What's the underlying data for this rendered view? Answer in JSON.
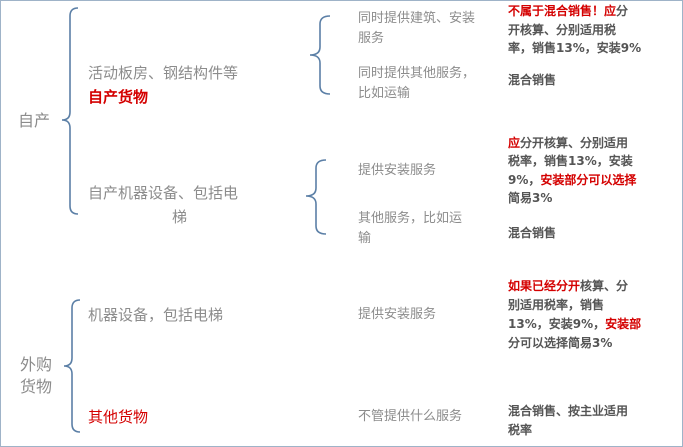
{
  "domestic": {
    "root": "自产",
    "prefab": {
      "label_line1": "活动板房、钢结构件等",
      "label_line2": "自产货物",
      "install": {
        "label_line1": "同时提供建筑、安装",
        "label_line2": "服务",
        "result_line1_red": "不属于混合销售！应",
        "result_line1_tail": "分",
        "result_line2": "开核算、分别适用税",
        "result_line3": "率，销售13%，安装9%"
      },
      "other": {
        "label_line1": "同时提供其他服务，",
        "label_line2": "比如运输",
        "result": "混合销售"
      }
    },
    "machinery": {
      "label_line1": "自产机器设备、包括电",
      "label_line2": "梯",
      "install": {
        "label": "提供安装服务",
        "result_line1_red": "应",
        "result_line1_tail": "分开核算、分别适用",
        "result_line2": "税率，销售13%，安装",
        "result_line3_a": "9%，",
        "result_line3_red": "安装部分可以选择",
        "result_line4_red": "简易3%"
      },
      "other": {
        "label_line1": "其他服务，比如运",
        "label_line2": "输",
        "result": "混合销售"
      }
    }
  },
  "purchased": {
    "root_line1": "外购",
    "root_line2": "货物",
    "machinery": {
      "label": "机器设备，包括电梯",
      "service": "提供安装服务",
      "result_line1_red": "如果已经分开",
      "result_line1_tail": "核算、分",
      "result_line2": "别适用税率，销售",
      "result_line3_a": "13%，安装9%，",
      "result_line3_red": "安装部",
      "result_line4_red": "分可以选择简易3%"
    },
    "other_goods": {
      "label": "其他货物",
      "service": "不管提供什么服务",
      "result_line1": "混合销售、按主业适用",
      "result_line2": "税率"
    }
  }
}
